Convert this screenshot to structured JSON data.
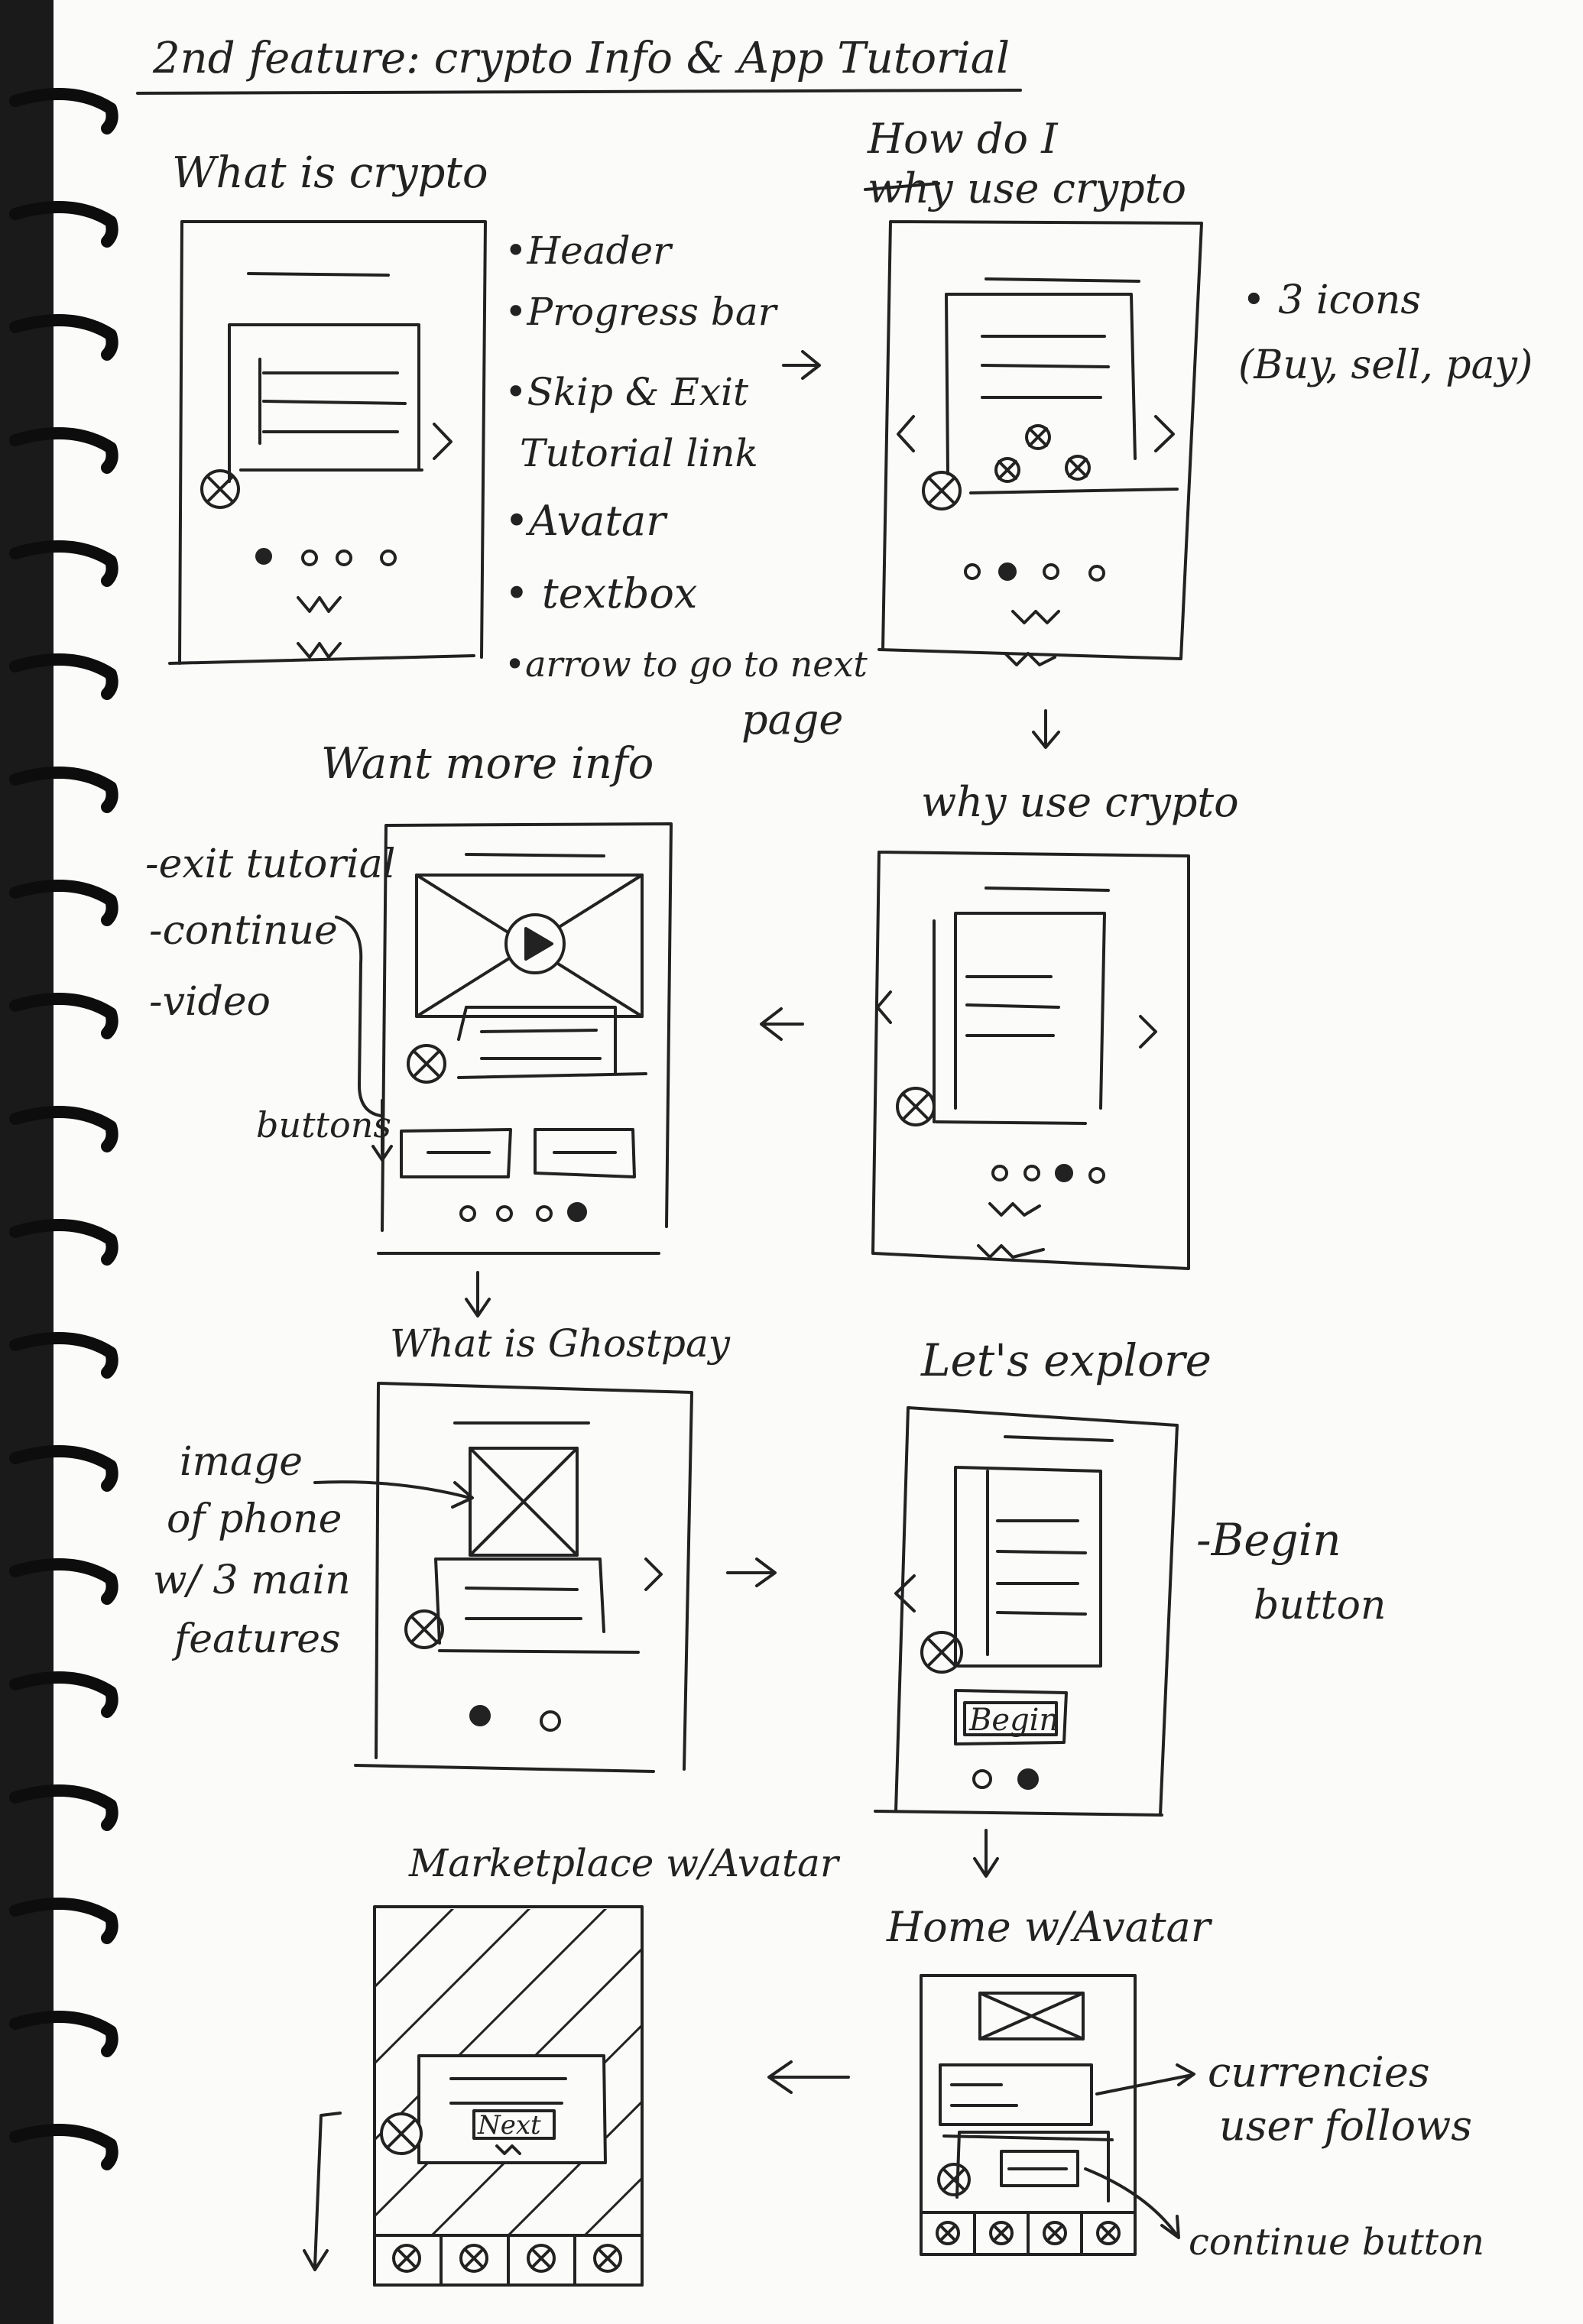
{
  "page_title": "2nd feature: crypto Info & App Tutorial",
  "screens": [
    {
      "id": "what-is-crypto",
      "label": "What is crypto"
    },
    {
      "id": "how-do-i-use-crypto",
      "label_line1": "How do I",
      "label_crossed": "why",
      "label_line2": "use crypto"
    },
    {
      "id": "why-use-crypto",
      "label": "why use crypto"
    },
    {
      "id": "want-more-info",
      "label": "Want more info"
    },
    {
      "id": "what-is-ghostpay",
      "label": "What is Ghostpay"
    },
    {
      "id": "lets-explore",
      "label": "Let's explore",
      "button_label": "Begin"
    },
    {
      "id": "home-with-avatar",
      "label": "Home w/Avatar"
    },
    {
      "id": "marketplace-with-avatar",
      "label": "Marketplace w/Avatar",
      "button_label": "Next"
    }
  ],
  "notes": {
    "component_list": [
      "•Header",
      "•Progress bar",
      "•Skip & Exit",
      "Tutorial link",
      "•Avatar",
      "• textbox",
      "•arrow to go to next",
      "page"
    ],
    "icons_note": [
      "• 3 icons",
      "(Buy, sell, pay)"
    ],
    "want_more_info_notes": [
      "-exit tutorial",
      "-continue",
      "-video"
    ],
    "buttons_note": "buttons",
    "ghostpay_note": [
      "image",
      "of phone",
      "w/ 3 main",
      "features"
    ],
    "begin_note": [
      "-Begin",
      "button"
    ],
    "home_note_currencies": [
      "currencies",
      "user follows"
    ],
    "home_note_continue": "continue button"
  },
  "colors": {
    "ink": "#222222",
    "paper": "#fbfbf9",
    "binding": "#111111"
  }
}
